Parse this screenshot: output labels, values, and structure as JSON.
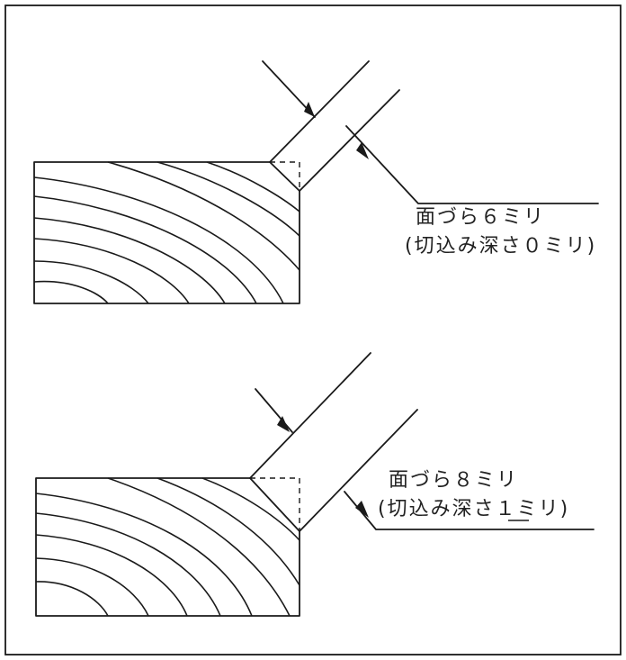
{
  "top_example": {
    "label": "面づら６ミリ",
    "sublabel": "(切込み深さ０ミリ)"
  },
  "bottom_example": {
    "label": "面づら８ミリ",
    "sublabel": "(切込み深さ１ミリ)"
  },
  "colors": {
    "ink": "#1a1a1a",
    "paper": "#ffffff"
  }
}
